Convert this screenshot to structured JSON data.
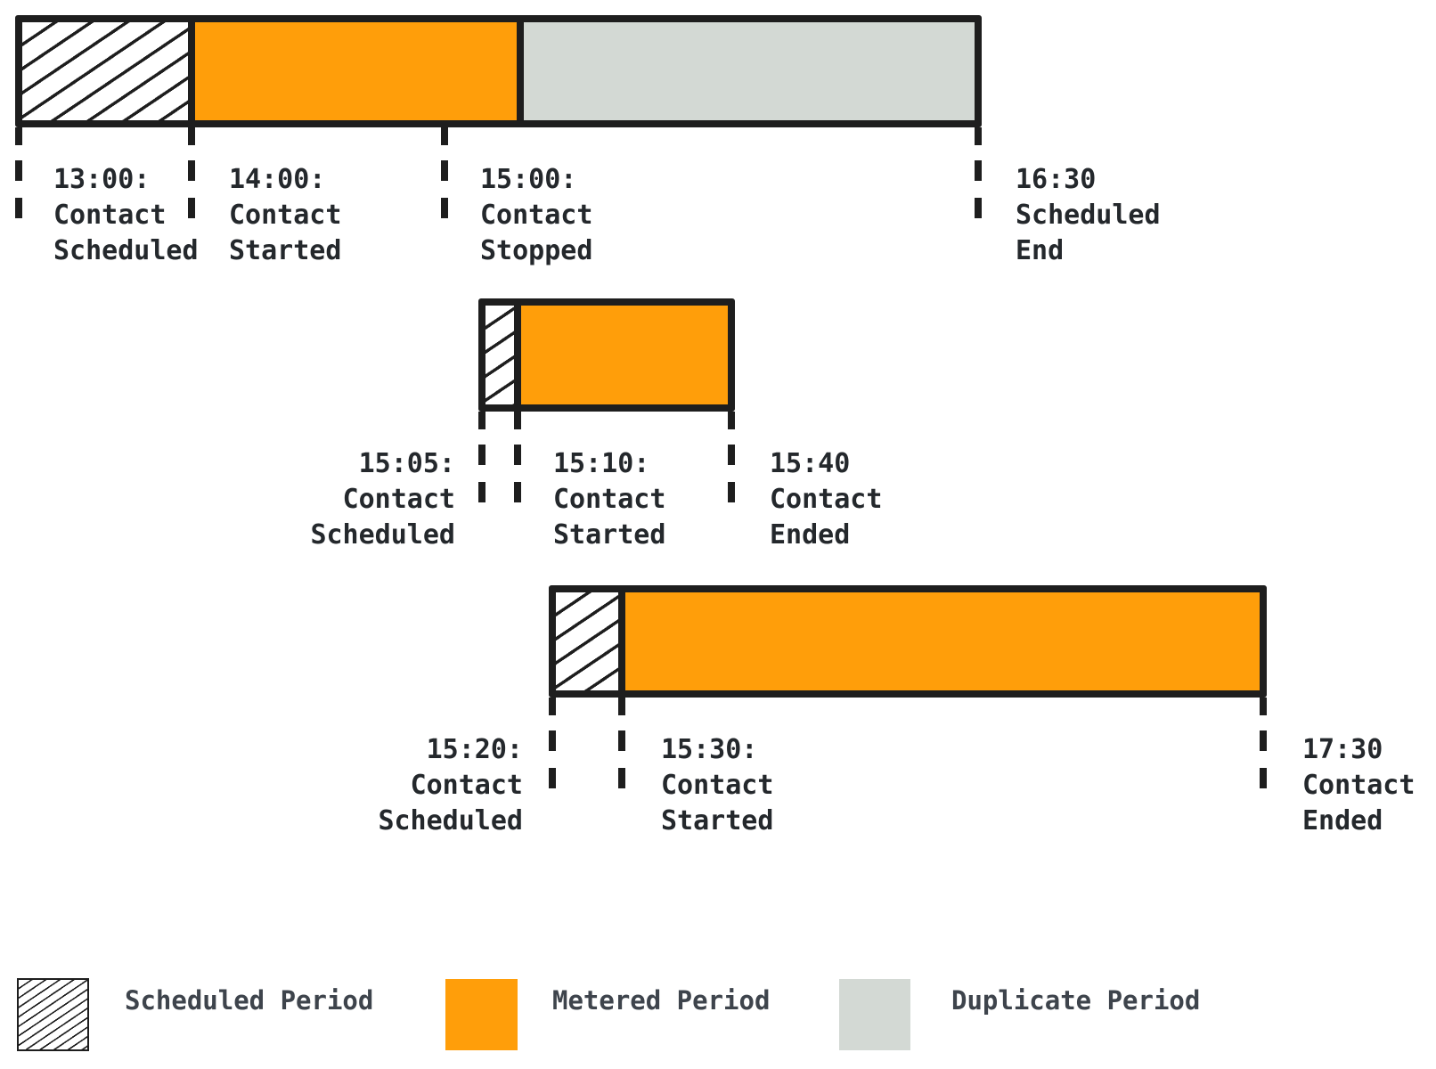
{
  "colors": {
    "stroke": "#1e1e1e",
    "metered_orange": "#ff9e0a",
    "duplicate_gray": "#d3d9d4",
    "label_text": "#24282c",
    "legend_text": "#3e444c"
  },
  "timelines": [
    {
      "events": [
        {
          "text": "13:00:\nContact\nScheduled"
        },
        {
          "text": "14:00:\nContact\nStarted"
        },
        {
          "text": "15:00:\nContact\nStopped"
        },
        {
          "text": "16:30\nScheduled\nEnd"
        }
      ]
    },
    {
      "events": [
        {
          "text": "15:05:\nContact\nScheduled"
        },
        {
          "text": "15:10:\nContact\nStarted"
        },
        {
          "text": "15:40\nContact\nEnded"
        }
      ]
    },
    {
      "events": [
        {
          "text": "15:20:\nContact\nScheduled"
        },
        {
          "text": "15:30:\nContact\nStarted"
        },
        {
          "text": "17:30\nContact\nEnded"
        }
      ]
    }
  ],
  "legend": [
    {
      "label": "Scheduled Period"
    },
    {
      "label": "Metered Period"
    },
    {
      "label": "Duplicate Period"
    }
  ]
}
